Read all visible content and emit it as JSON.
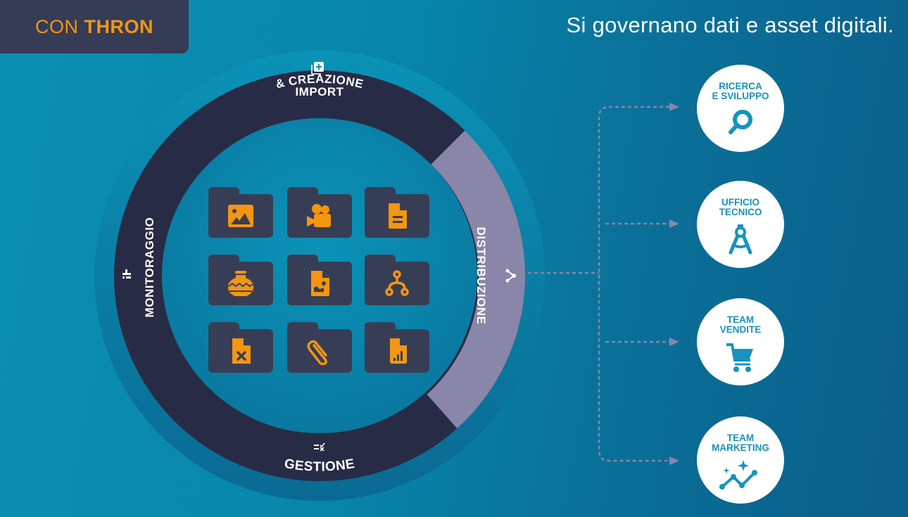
{
  "brand": {
    "prefix": "CON",
    "name": "THRON"
  },
  "headline": "Si governano dati e asset digitali.",
  "colors": {
    "background": "#0886aa",
    "ring_dark": "#282b45",
    "ring_highlight": "#8986a9",
    "folder": "#383d56",
    "icon_orange": "#f4960f",
    "dept_icon": "#1494be",
    "connector": "#8986a9"
  },
  "cycle": {
    "segments": [
      {
        "id": "import",
        "label_line1": "IMPORT",
        "label_line2": "& CREAZIONE",
        "icon": "add-to-library-icon"
      },
      {
        "id": "distribuzione",
        "label": "DISTRIBUZIONE",
        "icon": "share-icon",
        "highlighted": true
      },
      {
        "id": "gestione",
        "label": "GESTIONE",
        "icon": "checklist-icon"
      },
      {
        "id": "monitoraggio",
        "label": "MONITORAGGIO",
        "icon": "bar-chart-icon"
      }
    ]
  },
  "asset_folders": [
    {
      "icon": "image-icon"
    },
    {
      "icon": "video-camera-icon"
    },
    {
      "icon": "document-icon"
    },
    {
      "icon": "3d-vase-icon"
    },
    {
      "icon": "image-file-icon"
    },
    {
      "icon": "hierarchy-icon"
    },
    {
      "icon": "excel-file-icon"
    },
    {
      "icon": "paperclip-icon"
    },
    {
      "icon": "chart-file-icon"
    }
  ],
  "departments": [
    {
      "line1": "RICERCA",
      "line2": "E SVILUPPO",
      "icon": "search-icon"
    },
    {
      "line1": "UFFICIO",
      "line2": "TECNICO",
      "icon": "compass-icon"
    },
    {
      "line1": "TEAM",
      "line2": "VENDITE",
      "icon": "shopping-cart-icon"
    },
    {
      "line1": "TEAM",
      "line2": "MARKETING",
      "icon": "growth-chart-icon"
    }
  ]
}
